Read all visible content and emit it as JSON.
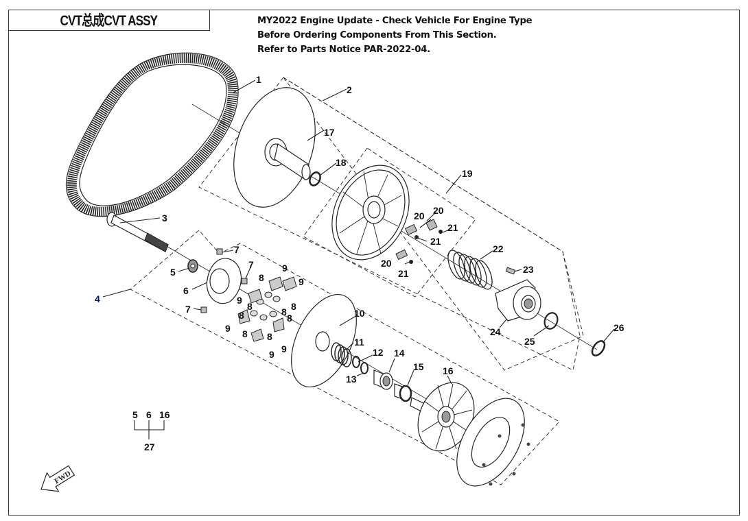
{
  "header": {
    "title": "CVT总成CVT ASSY"
  },
  "notice": {
    "lines": [
      "MY2022 Engine Update - Check Vehicle For Engine Type",
      "Before Ordering Components From This Section.",
      "Refer to Parts Notice PAR-2022-04."
    ]
  },
  "callouts": {
    "c1": "1",
    "c2": "2",
    "c3": "3",
    "c4": "4",
    "c5": "5",
    "c6": "6",
    "c7a": "7",
    "c7b": "7",
    "c7c": "7",
    "c8a": "8",
    "c8b": "8",
    "c8c": "8",
    "c8d": "8",
    "c8e": "8",
    "c8f": "8",
    "c8g": "8",
    "c8h": "8",
    "c9a": "9",
    "c9b": "9",
    "c9c": "9",
    "c9d": "9",
    "c9e": "9",
    "c9f": "9",
    "c10": "10",
    "c11": "11",
    "c12": "12",
    "c13": "13",
    "c14": "14",
    "c15": "15",
    "c16": "16",
    "c17": "17",
    "c18": "18",
    "c19": "19",
    "c20a": "20",
    "c20b": "20",
    "c20c": "20",
    "c21a": "21",
    "c21b": "21",
    "c21c": "21",
    "c22": "22",
    "c23": "23",
    "c24": "24",
    "c25": "25",
    "c26": "26"
  },
  "kit": {
    "items": [
      "5",
      "6",
      "16"
    ],
    "kit_number": "27"
  },
  "direction": {
    "label": "FWD"
  }
}
